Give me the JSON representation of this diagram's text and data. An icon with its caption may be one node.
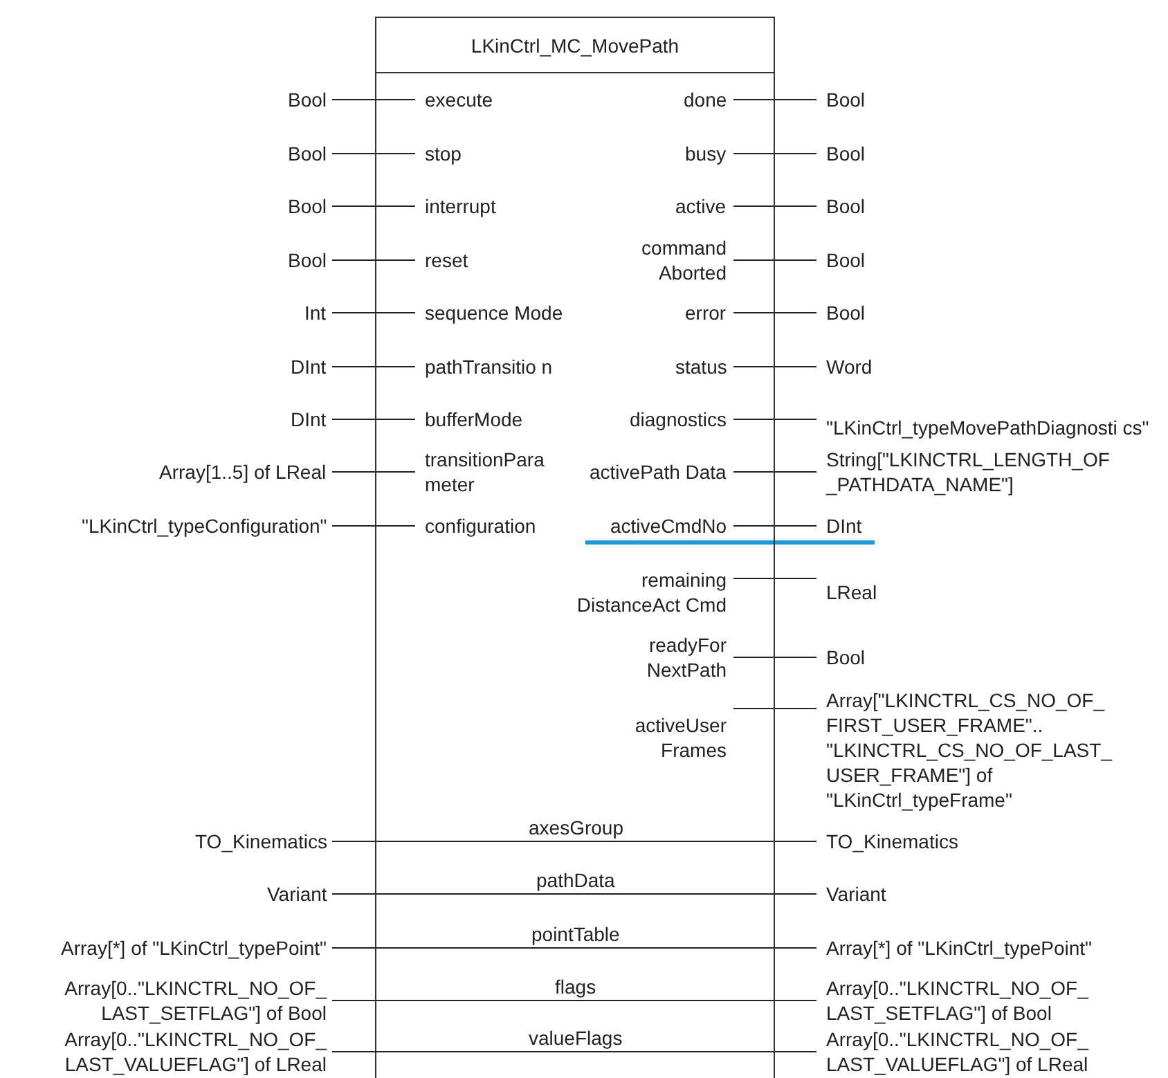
{
  "diagram": {
    "nodes": [
      {
        "text": [
          "LKinCtrl_MC_MovePath"
        ]
      }
    ],
    "labels": [
      "Bool",
      "execute",
      "done",
      "Bool",
      "Bool",
      "stop",
      "busy",
      "Bool",
      "Bool",
      "interrupt",
      "active",
      "Bool",
      "Bool",
      "reset",
      "command Aborted",
      "Bool",
      "Int",
      "sequence Mode",
      "error",
      "Bool",
      "DInt",
      "pathTransitio n",
      "status",
      "Word",
      "DInt",
      "bufferMode",
      "diagnostics",
      "\"LKinCtrl_typeMovePathDiagnosti cs\"",
      "Array[1..5] of LReal",
      "transitionPara meter",
      "activePath Data",
      "String[\"LKINCTRL_LENGTH_OF _PATHDATA_NAME\"]",
      "\"LKinCtrl_typeConfiguration\"",
      "configuration",
      "activeCmdNo",
      "DInt",
      "remaining DistanceAct Cmd",
      "LReal",
      "readyFor NextPath",
      "Bool",
      "activeUser Frames",
      "Array[\"LKINCTRL_CS_NO_OF_ FIRST_USER_FRAME\".. \"LKINCTRL_CS_NO_OF_LAST_ USER_FRAME\"] of \"LKinCtrl_typeFrame\"",
      "TO_Kinematics",
      "axesGroup",
      "TO_Kinematics",
      "Variant",
      "pathData",
      "Variant",
      "Array[*] of \"LKinCtrl_typePoint\"",
      "pointTable",
      "Array[*] of \"LKinCtrl_typePoint\"",
      "Array[0..\"LKINCTRL_NO_OF_ LAST_SETFLAG\"] of Bool",
      "flags",
      "Array[0..\"LKINCTRL_NO_OF_ LAST_SETFLAG\"] of Bool",
      "Array[0..\"LKINCTRL_NO_OF_ LAST_VALUEFLAG\"] of LReal",
      "valueFlags",
      "Array[0..\"LKINCTRL_NO_OF_ LAST_VALUEFLAG\"] of LReal"
    ]
  }
}
